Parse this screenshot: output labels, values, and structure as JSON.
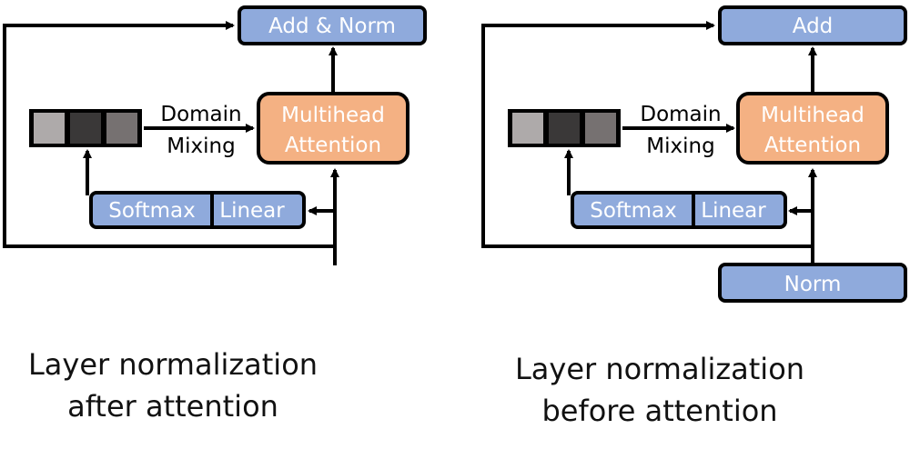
{
  "colors": {
    "blue_box": "#8faadc",
    "orange_box": "#f4b183",
    "stroke": "#000000",
    "token_light": "#aeaaaa",
    "token_dark": "#3a3838",
    "token_mid": "#767171"
  },
  "left_diagram": {
    "top_box": "Add & Norm",
    "attention_line1": "Multihead",
    "attention_line2": "Attention",
    "softmax": "Softmax",
    "linear": "Linear",
    "mixing_line1": "Domain",
    "mixing_line2": "Mixing",
    "caption_line1": "Layer normalization",
    "caption_line2": "after attention"
  },
  "right_diagram": {
    "top_box": "Add",
    "attention_line1": "Multihead",
    "attention_line2": "Attention",
    "softmax": "Softmax",
    "linear": "Linear",
    "mixing_line1": "Domain",
    "mixing_line2": "Mixing",
    "norm_box": "Norm",
    "caption_line1": "Layer normalization",
    "caption_line2": "before attention"
  }
}
